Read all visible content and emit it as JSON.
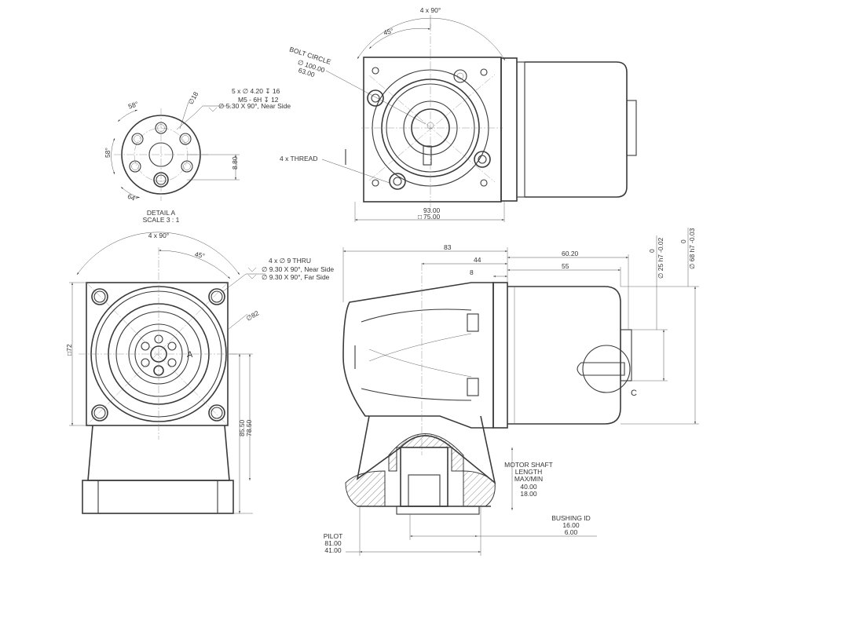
{
  "detail_a": {
    "hole_callout": [
      "5 x ∅ 4.20 ↧ 16",
      "M5 - 6H ↧ 12",
      "∅ 5.30 X 90°, Near Side"
    ],
    "angle_top": "58°",
    "angle_left": "58°",
    "angle_bottom": "64°",
    "dia_18": "∅18",
    "dim_vertical": "8.80",
    "title": "DETAIL A",
    "scale": "SCALE 3 : 1"
  },
  "top_view": {
    "angle_count": "4 x 90°",
    "angle_45": "45°",
    "bolt_circle_label": "BOLT CIRCLE",
    "bolt_circle_values": [
      "∅ 100.00",
      "63.00"
    ],
    "thread_label": "4 x THREAD",
    "width_values": [
      "93.00",
      "75.00"
    ]
  },
  "front_view": {
    "angle_count": "4 x 90°",
    "angle_45": "45°",
    "hole_callout": [
      "4 x ∅ 9 THRU",
      "∅ 9.30 X 90°, Near Side",
      "∅ 9.30 X 90°, Far Side"
    ],
    "dia_82": "∅82",
    "square_72": "□72",
    "label_a": "A",
    "height_values": [
      "85.50",
      "78.50"
    ]
  },
  "side_view": {
    "dim_83": "83",
    "dim_44": "44",
    "dim_8": "8",
    "dim_60_20": "60.20",
    "dim_55": "55",
    "dia_25": "∅ 25 h7",
    "dia_25_tol": [
      "0",
      "-0.02"
    ],
    "dia_68": "∅ 68 h7",
    "dia_68_tol": [
      "0",
      "-0.03"
    ],
    "label_c": "C",
    "motor_shaft_label": [
      "MOTOR SHAFT",
      "LENGTH",
      "MAX/MIN"
    ],
    "motor_shaft_values": [
      "40.00",
      "18.00"
    ],
    "bushing_label": "BUSHING ID",
    "bushing_values": [
      "16.00",
      "6.00"
    ],
    "pilot_label": "PILOT",
    "pilot_values": [
      "81.00",
      "41.00"
    ]
  }
}
